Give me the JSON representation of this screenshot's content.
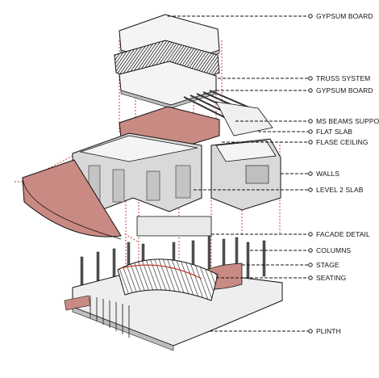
{
  "labels": {
    "gypsum_board_top": "GYPSUM BOARD",
    "truss_system": "TRUSS SYSTEM",
    "gypsum_board": "GYPSUM BOARD",
    "ms_beams": "MS BEAMS SUPPO",
    "flat_slab": "FLAT SLAB",
    "false_ceiling": "FLASE CEILING",
    "walls": "WALLS",
    "level2_slab": "LEVEL 2 SLAB",
    "facade_detail": "FACADE DETAIL",
    "columns": "COLUMNS",
    "stage": "STAGE",
    "seating": "SEATING",
    "plinth": "PLINTH"
  },
  "colors": {
    "accent_red": "#c0392b",
    "terracotta": "#c98a83",
    "concrete": "#d9d9d9",
    "line": "#111111"
  }
}
